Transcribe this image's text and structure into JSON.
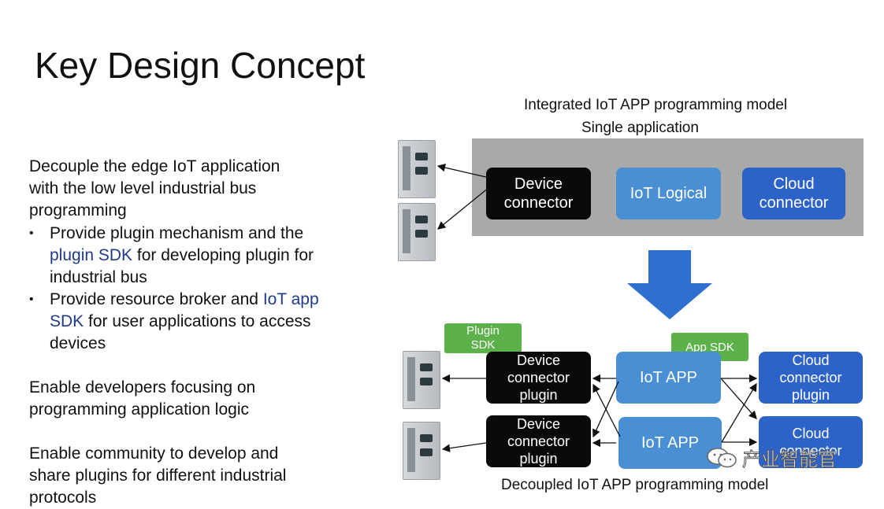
{
  "slide": {
    "title": "Key Design Concept"
  },
  "left_text": {
    "p1": [
      "Decouple the edge IoT application",
      "with the low level industrial bus",
      "programming"
    ],
    "bullets": [
      {
        "prefix": "Provide plugin mechanism and the",
        "highlight": "plugin SDK",
        "suffix": " for developing plugin for",
        "line3": "industrial bus"
      },
      {
        "line1_plain": "Provide resource broker and ",
        "line1_hl": "IoT app",
        "line2_hl": "SDK",
        "line2_plain": " for user applications to access",
        "line3": "devices"
      }
    ],
    "p2": [
      "Enable developers focusing on",
      "programming application logic"
    ],
    "p3": [
      "Enable community to develop and",
      "share plugins for different industrial",
      "protocols"
    ]
  },
  "diagram": {
    "top_caption_1": "Integrated IoT APP programming model",
    "top_caption_2": "Single application",
    "top_boxes": {
      "device_connector": [
        "Device",
        "connector"
      ],
      "iot_logical": "IoT Logical",
      "cloud_connector": [
        "Cloud",
        "connector"
      ]
    },
    "bottom_caption": "Decoupled IoT APP programming model",
    "plugin_sdk": [
      "Plugin",
      "SDK"
    ],
    "app_sdk": "App SDK",
    "bottom_boxes": {
      "device_plugin_1": [
        "Device",
        "connector",
        "plugin"
      ],
      "device_plugin_2": [
        "Device",
        "connector",
        "plugin"
      ],
      "iot_app_1": "IoT APP",
      "iot_app_2": "IoT APP",
      "cloud_plugin_1": [
        "Cloud",
        "connector",
        "plugin"
      ],
      "cloud_plugin_2": [
        "Cloud",
        "connector"
      ]
    },
    "colors": {
      "panel_gray": "#a9a9a9",
      "black_box": "#0a0a0a",
      "light_blue": "#4a8fd4",
      "dark_blue": "#2d63c8",
      "green": "#5cb14a",
      "arrow_blue": "#2f6fcf"
    }
  },
  "watermark": {
    "text": "产业智能官",
    "icon": "wechat-icon"
  }
}
